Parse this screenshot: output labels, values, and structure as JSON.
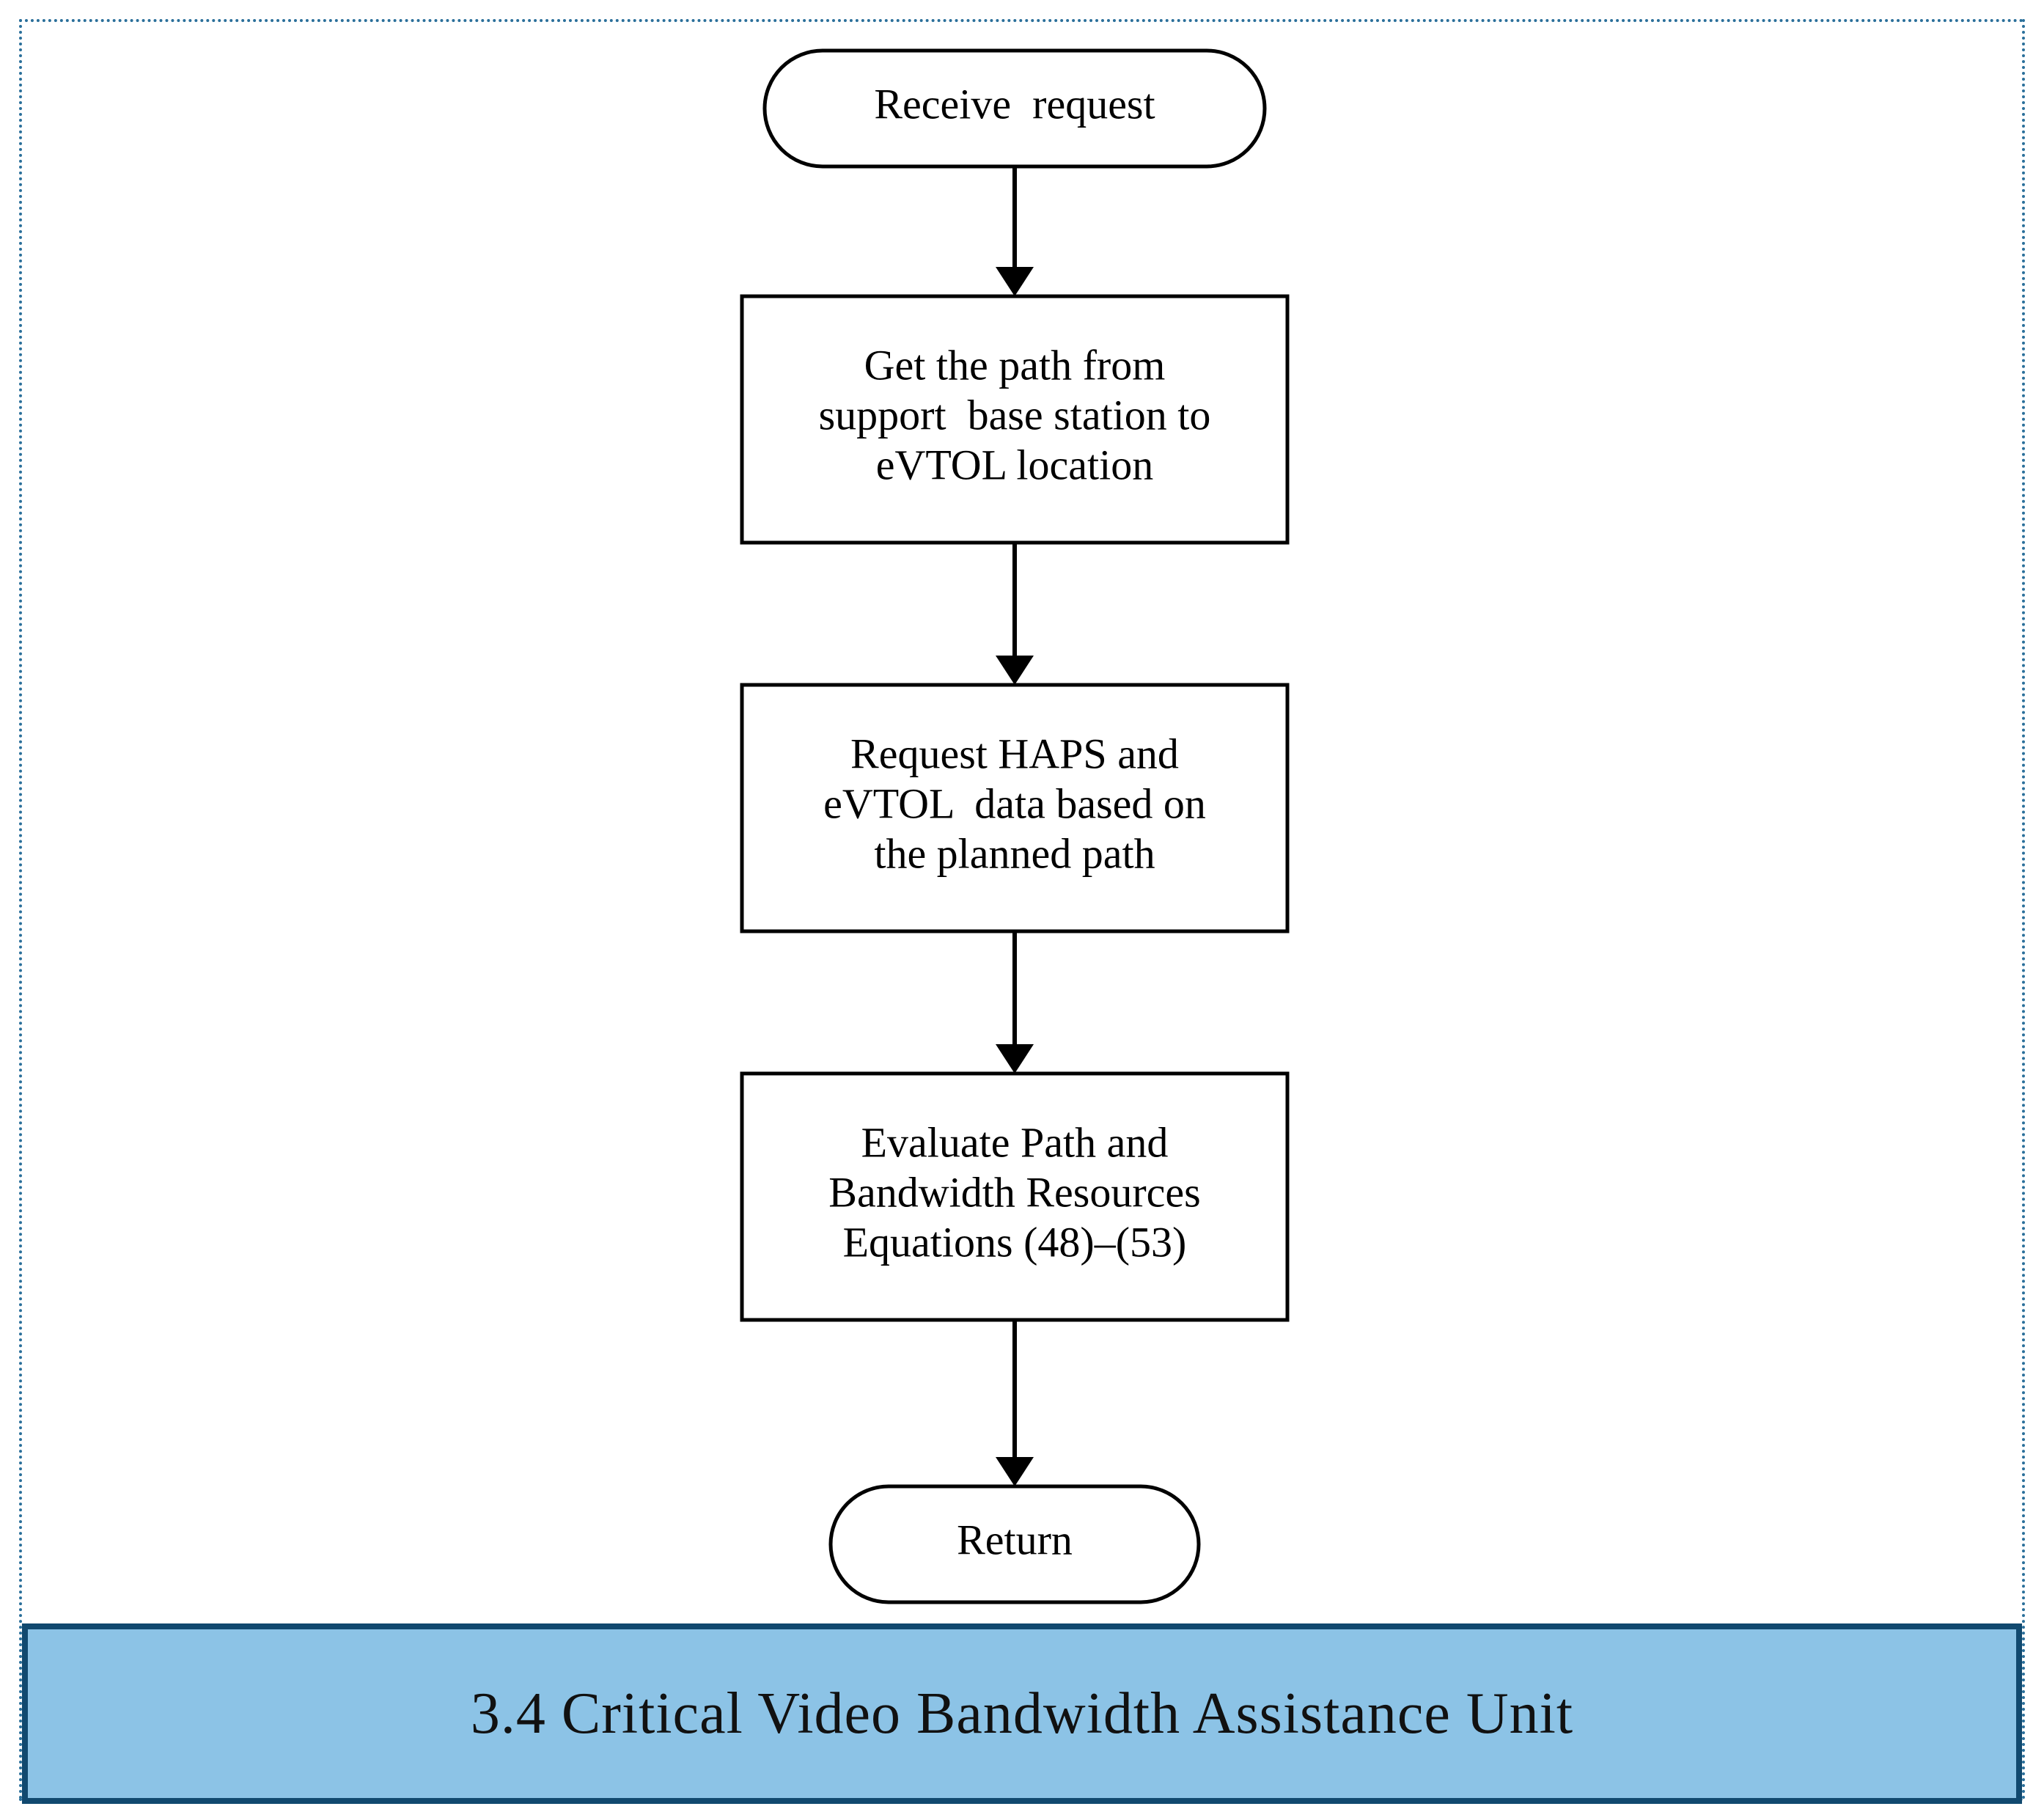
{
  "colors": {
    "banner_fill": "#8cc3e6",
    "banner_border": "#11496f",
    "frame_border": "#2a6f9a",
    "stroke": "#000000"
  },
  "nodes": [
    {
      "id": "start",
      "shape": "terminal",
      "lines": [
        "Receive  request"
      ]
    },
    {
      "id": "get-path",
      "shape": "process",
      "lines": [
        "Get the path from",
        "support  base station to",
        "eVTOL location"
      ]
    },
    {
      "id": "request-data",
      "shape": "process",
      "lines": [
        "Request HAPS and",
        "eVTOL  data based on",
        "the planned path"
      ]
    },
    {
      "id": "evaluate",
      "shape": "process",
      "lines": [
        "Evaluate Path and",
        "Bandwidth Resources",
        "Equations (48)–(53)"
      ]
    },
    {
      "id": "return",
      "shape": "terminal",
      "lines": [
        "Return"
      ]
    }
  ],
  "edges": [
    {
      "from": "start",
      "to": "get-path"
    },
    {
      "from": "get-path",
      "to": "request-data"
    },
    {
      "from": "request-data",
      "to": "evaluate"
    },
    {
      "from": "evaluate",
      "to": "return"
    }
  ],
  "banner": {
    "title": "3.4 Critical Video Bandwidth Assistance Unit"
  }
}
